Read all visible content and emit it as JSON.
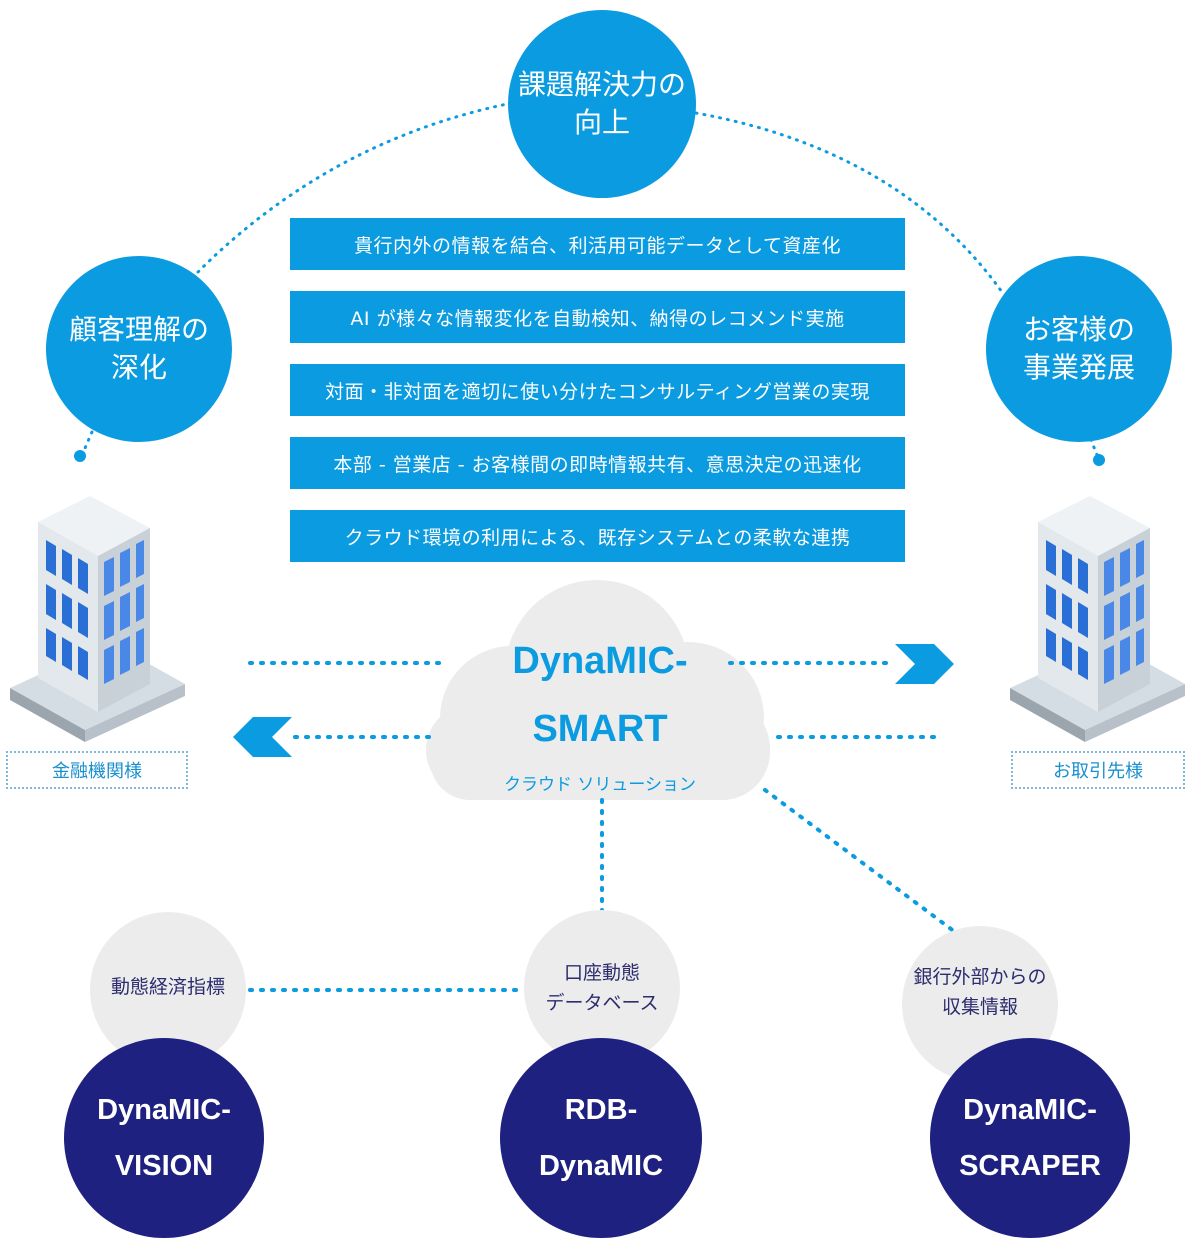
{
  "goals": {
    "top": "課題解決力の\n向上",
    "left": "顧客理解の\n深化",
    "right": "お客様の\n事業発展"
  },
  "benefits": [
    "貴行内外の情報を結合、利活用可能データとして資産化",
    "AI が様々な情報変化を自動検知、納得のレコメンド実施",
    "対面・非対面を適切に使い分けたコンサルティング営業の実現",
    "本部 - 営業店 - お客様間の即時情報共有、意思決定の迅速化",
    "クラウド環境の利用による、既存システムとの柔軟な連携"
  ],
  "hub": {
    "title_line1": "DynaMIC-",
    "title_line2": "SMART",
    "subtitle": "クラウド ソリューション"
  },
  "parties": {
    "left": "金融機関様",
    "right": "お取引先様"
  },
  "sources": [
    {
      "feature": "動態経済指標",
      "product": "DynaMIC-\nVISION"
    },
    {
      "feature": "口座動態\nデータベース",
      "product": "RDB-\nDynaMIC"
    },
    {
      "feature": "銀行外部からの\n収集情報",
      "product": "DynaMIC-\nSCRAPER"
    }
  ],
  "colors": {
    "accent_blue": "#0b9be0",
    "navy": "#1e2180",
    "cloud_gray": "#ececec"
  }
}
